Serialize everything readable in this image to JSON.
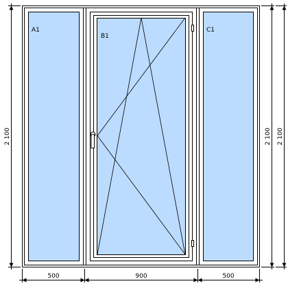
{
  "panes": [
    {
      "id": "A1",
      "label": "A1",
      "type": "fixed"
    },
    {
      "id": "B1",
      "label": "B1",
      "type": "tilt-turn"
    },
    {
      "id": "C1",
      "label": "C1",
      "type": "fixed"
    }
  ],
  "dimensions": {
    "width_a": "500",
    "width_b": "900",
    "width_c": "500",
    "height_left": "2 100",
    "height_right_inner": "2 100",
    "height_right_outer": "2 100"
  },
  "colors": {
    "glass": "#bcdcff",
    "frame": "#ffffff",
    "line": "#000000"
  }
}
